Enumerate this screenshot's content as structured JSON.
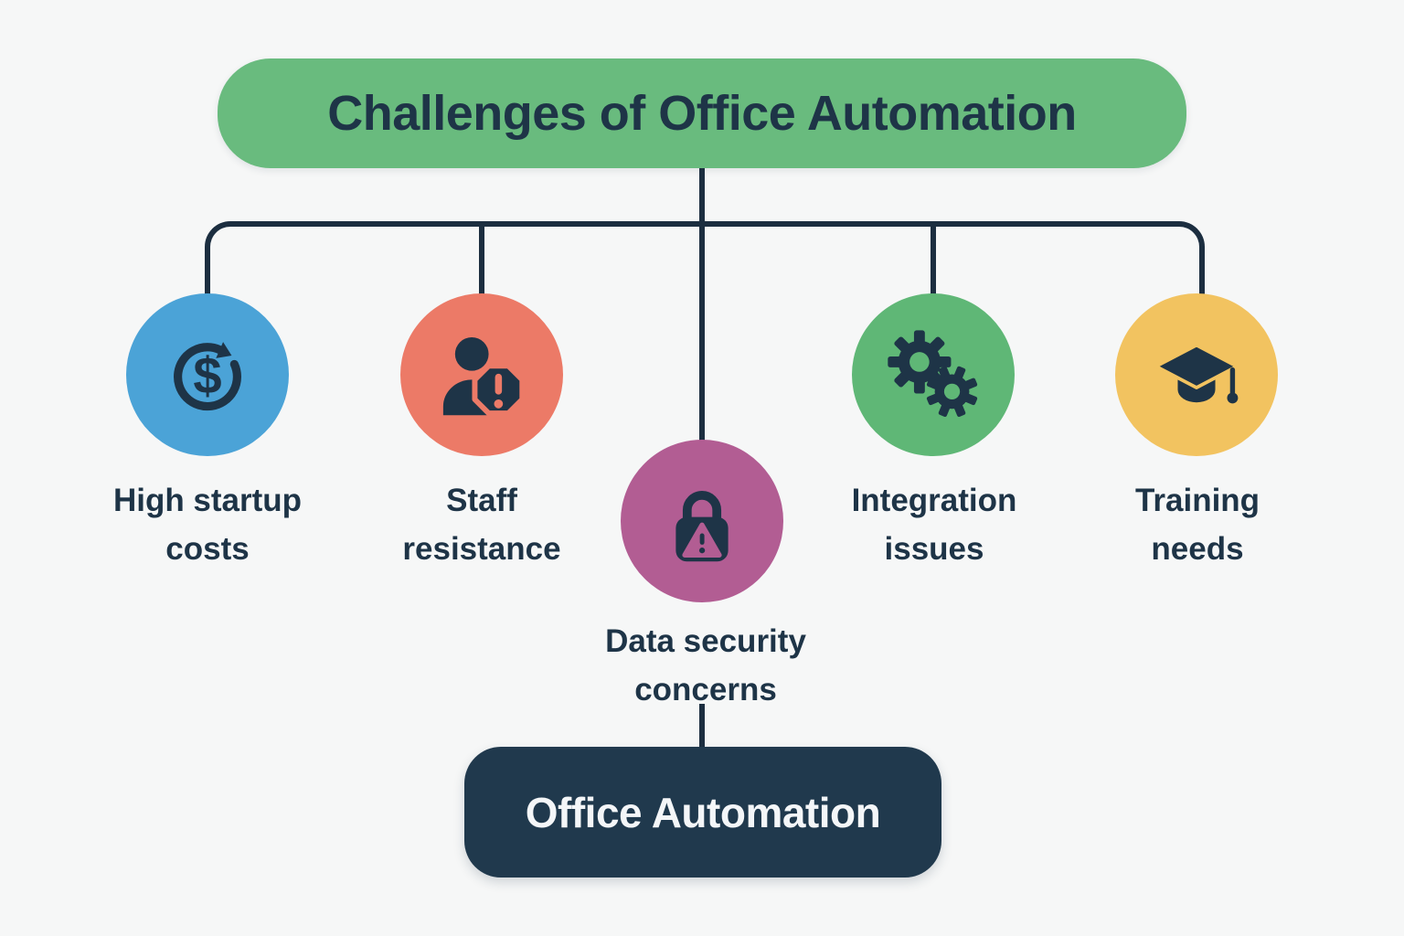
{
  "title": "Challenges of Office Automation",
  "root_label": "Office Automation",
  "nodes": [
    {
      "label": "High startup costs",
      "icon": "dollar-refresh-icon",
      "color": "#4ba3d7"
    },
    {
      "label": "Staff resistance",
      "icon": "person-warning-icon",
      "color": "#ec7a67"
    },
    {
      "label": "Data security concerns",
      "icon": "lock-warning-icon",
      "color": "#b25d93"
    },
    {
      "label": "Integration issues",
      "icon": "gears-icon",
      "color": "#5fb776"
    },
    {
      "label": "Training needs",
      "icon": "graduation-cap-icon",
      "color": "#f2c360"
    }
  ],
  "colors": {
    "background": "#f6f7f7",
    "banner_green": "#69bb7e",
    "ink_navy": "#1e3447",
    "line_navy": "#1c2e40",
    "root_box_navy": "#20394d",
    "root_text": "#f4f6f8"
  }
}
